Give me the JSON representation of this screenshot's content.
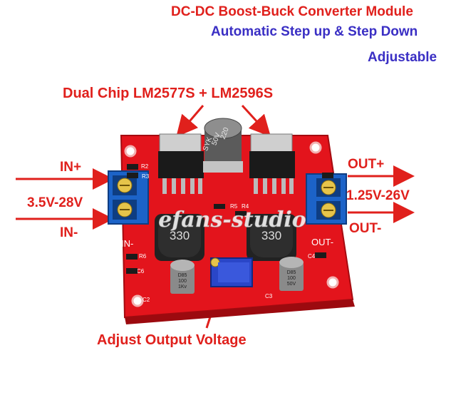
{
  "header": {
    "title": "DC-DC Boost-Buck Converter Module",
    "subtitle": "Automatic Step up & Step Down",
    "feature": "Adjustable"
  },
  "callouts": {
    "chips": "Dual Chip LM2577S + LM2596S",
    "in_plus": "IN+",
    "in_range": "3.5V-28V",
    "in_minus": "IN-",
    "out_plus": "OUT+",
    "out_range": "1.25V-26V",
    "out_minus": "OUT-",
    "adjust": "Adjust Output Voltage"
  },
  "board": {
    "capacitor_marking_1": "220",
    "capacitor_marking_2": "50V",
    "capacitor_marking_3": "SYK",
    "inductor_left": "330",
    "inductor_right": "330",
    "silk_in_minus": "IN-",
    "silk_out_minus": "OUT-",
    "small_cap_left_1": "D85",
    "small_cap_left_2": "100",
    "small_cap_left_3": "1Kv",
    "small_cap_right_1": "D85",
    "small_cap_right_2": "100",
    "small_cap_right_3": "50V",
    "label_c2": "C2",
    "label_c3": "C3",
    "label_c4": "C4",
    "label_c6": "C6",
    "label_r2": "R2",
    "label_r3": "R3",
    "label_r4": "R4",
    "label_r5": "R5",
    "label_r6": "R6",
    "watermark": "efans-studio"
  },
  "colors": {
    "pcb": "#e3141c",
    "arrow": "#e0201c",
    "title_red": "#e0201c",
    "title_blue": "#3a2fc4",
    "terminal_blue": "#1c63c8"
  }
}
